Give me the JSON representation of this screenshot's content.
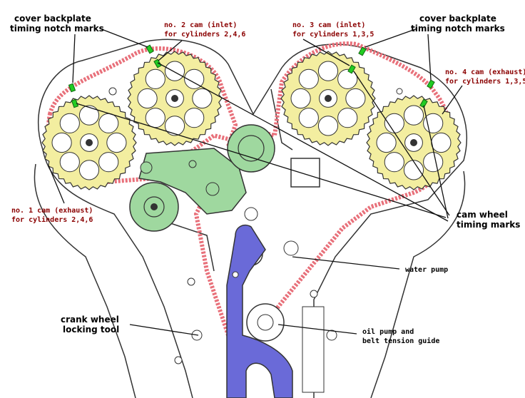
{
  "labels": {
    "backplate_left": [
      "cover backplate",
      "timing notch marks"
    ],
    "backplate_right": [
      "cover backplate",
      "timing notch marks"
    ],
    "cam2": [
      "no. 2 cam (inlet)",
      "for cylinders 2,4,6"
    ],
    "cam3": [
      "no. 3 cam (inlet)",
      "for cylinders 1,3,5"
    ],
    "cam4": [
      "no. 4 cam (exhaust)",
      "for cylinders 1,3,5"
    ],
    "cam1": [
      "no. 1 cam (exhaust)",
      "for cylinders 2,4,6"
    ],
    "cam_wheel_marks": [
      "cam wheel",
      "timing marks"
    ],
    "water_pump": "water pump",
    "crank_tool": [
      "crank wheel",
      "locking tool"
    ],
    "oil_pump": [
      "oil pump and",
      "belt tension guide"
    ]
  },
  "colors": {
    "cam_gear": "#f3eea0",
    "belt": "#e8707a",
    "idler": "#9fd89f",
    "tool": "#6a6ad8",
    "marker": "#22cc22",
    "label_red": "#8b0000",
    "label_black": "#000000",
    "line": "#333333"
  }
}
